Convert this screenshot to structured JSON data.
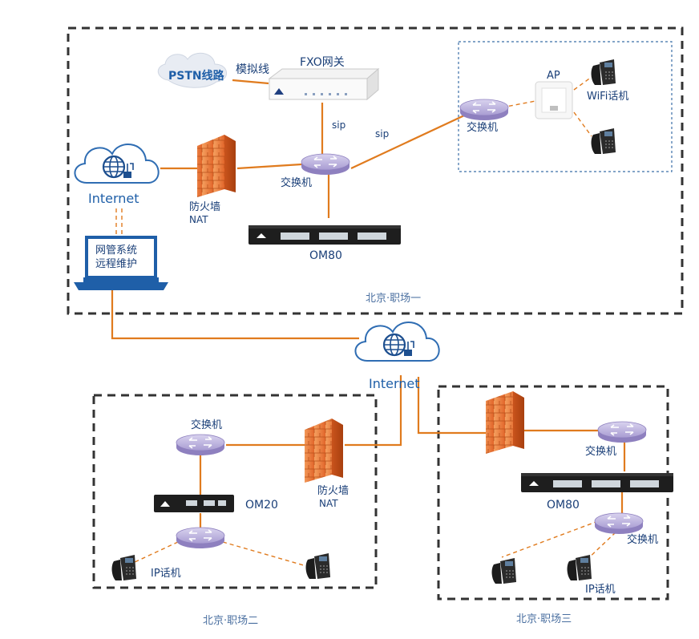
{
  "site1": {
    "pstn": "PSTN线路",
    "analog_line": "模拟线",
    "fxo_gateway": "FXO网关",
    "sip_a": "sip",
    "sip_b": "sip",
    "internet": "Internet",
    "firewall": "防火墙",
    "nat": "NAT",
    "switch": "交换机",
    "om": "OM80",
    "laptop_line1": "网管系统",
    "laptop_line2": "远程维护",
    "ap": "AP",
    "wifi_phone": "WiFi话机",
    "switch_wifi": "交换机",
    "site_name": "北京·职场一"
  },
  "center": {
    "internet": "Internet"
  },
  "site2": {
    "switch": "交换机",
    "om": "OM20",
    "firewall": "防火墙",
    "nat": "NAT",
    "ip_phone": "IP话机",
    "site_name": "北京·职场二"
  },
  "site3": {
    "switch_top": "交换机",
    "om": "OM80",
    "switch_bottom": "交换机",
    "ip_phone": "IP话机",
    "site_name": "北京·职场三"
  },
  "colors": {
    "link": "#e07b1e",
    "label": "#1f5fa8",
    "switch": "#9b8fc4",
    "firewall": "#e8763a"
  }
}
